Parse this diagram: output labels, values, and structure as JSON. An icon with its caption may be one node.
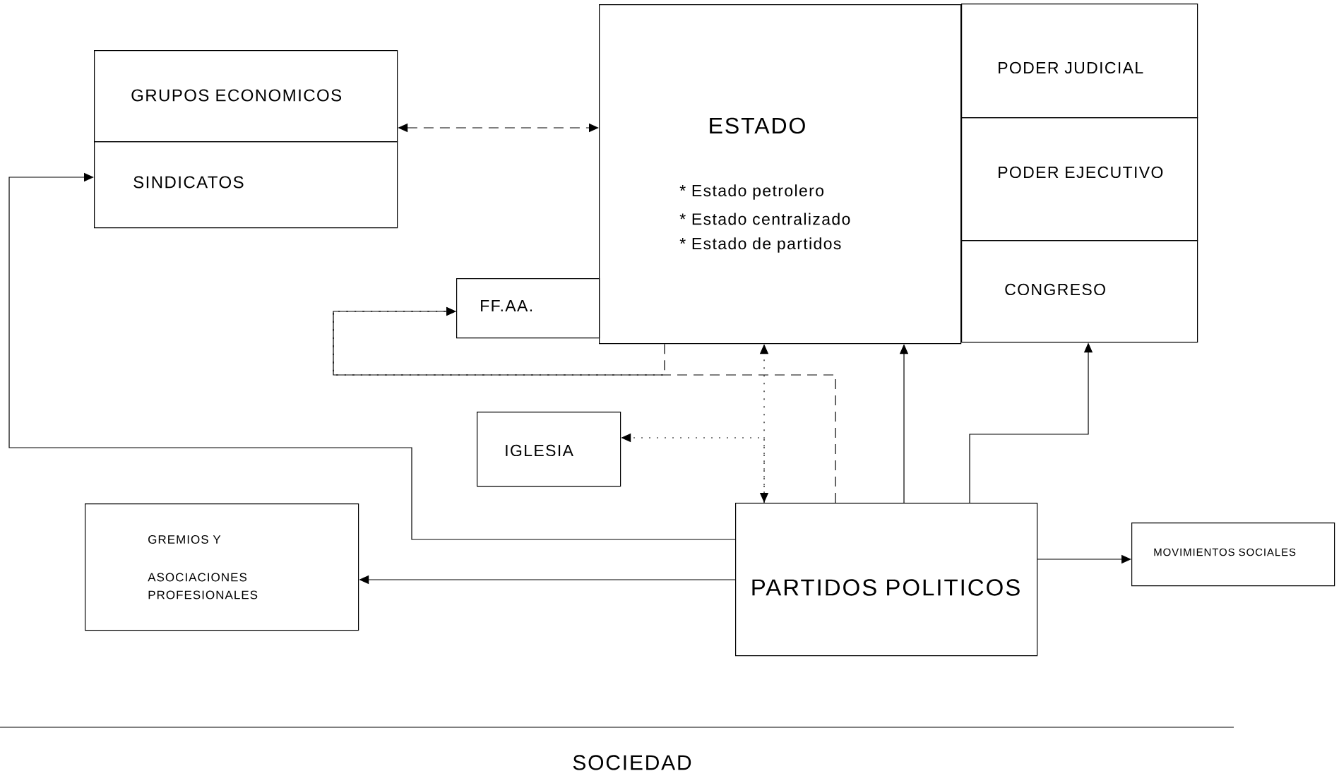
{
  "diagram": {
    "nodes": [
      {
        "text": [
          "GRUPOS ECONOMICOS"
        ]
      },
      {
        "text": [
          "SINDICATOS"
        ]
      },
      {
        "text": [
          "ESTADO",
          "* Estado petrolero",
          "* Estado centralizado",
          "* Estado de partidos"
        ]
      },
      {
        "text": [
          "PODER JUDICIAL"
        ]
      },
      {
        "text": [
          "PODER EJECUTIVO"
        ]
      },
      {
        "text": [
          "CONGRESO"
        ]
      },
      {
        "text": [
          "FF.AA."
        ]
      },
      {
        "text": [
          "IGLESIA"
        ]
      },
      {
        "text": [
          "GREMIOS Y",
          "ASOCIACIONES PROFESIONALES"
        ]
      },
      {
        "text": [
          "PARTIDOS POLITICOS"
        ]
      },
      {
        "text": [
          "MOVIMIENTOS SOCIALES"
        ]
      }
    ],
    "edges": [
      {
        "from": 0,
        "to": 2,
        "arrow": "both",
        "style": "dashed"
      },
      {
        "from": 9,
        "to": 1,
        "arrow": "to"
      },
      {
        "from": 9,
        "to": 8,
        "arrow": "to"
      },
      {
        "from": 9,
        "to": 2,
        "arrow": "both",
        "style": "dashed"
      },
      {
        "from": 9,
        "to": 7,
        "arrow": "to",
        "style": "dashed"
      },
      {
        "from": 9,
        "to": 6,
        "arrow": "to",
        "style": "dashed"
      },
      {
        "from": 2,
        "to": 6,
        "arrow": "to",
        "style": "dashed"
      },
      {
        "from": 9,
        "to": 2,
        "arrow": "to"
      },
      {
        "from": 9,
        "to": 5,
        "arrow": "to"
      },
      {
        "from": 9,
        "to": 10,
        "arrow": "to"
      }
    ],
    "labels": [
      "SOCIEDAD"
    ]
  }
}
